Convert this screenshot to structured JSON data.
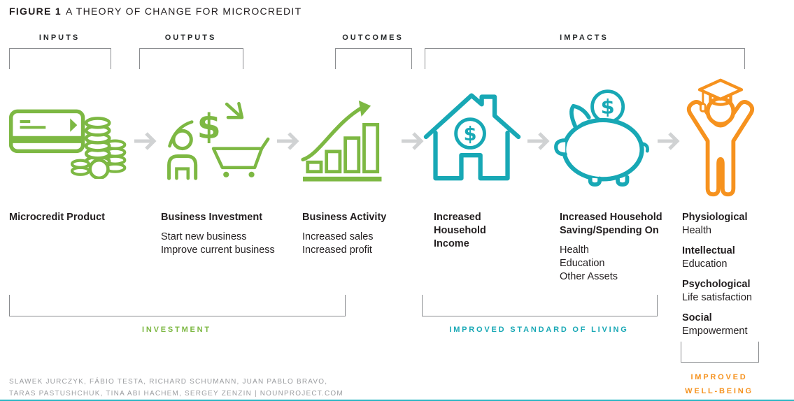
{
  "title": {
    "prefix": "FIGURE 1",
    "text": "A THEORY OF CHANGE FOR MICROCREDIT"
  },
  "colors": {
    "green": "#7db843",
    "teal": "#18a8b5",
    "orange": "#f6921e",
    "arrow_gray": "#d0d2d3",
    "bracket_gray": "#8a8c8f",
    "text_dark": "#231f20",
    "credits_gray": "#9b9da0"
  },
  "stages": [
    {
      "label": "INPUTS"
    },
    {
      "label": "OUTPUTS"
    },
    {
      "label": "OUTCOMES"
    },
    {
      "label": "IMPACTS"
    }
  ],
  "steps": [
    {
      "icon": "credit-card-coins-icon",
      "title": "Microcredit Product",
      "details": []
    },
    {
      "icon": "person-dollar-cart-icon",
      "title": "Business Investment",
      "details": [
        "Start new business",
        "Improve current business"
      ]
    },
    {
      "icon": "growth-bar-chart-icon",
      "title": "Business Activity",
      "details": [
        "Increased sales",
        "Increased profit"
      ]
    },
    {
      "icon": "house-dollar-icon",
      "title": "Increased Household Income",
      "details": []
    },
    {
      "icon": "piggy-bank-dollar-icon",
      "title": "Increased Household Saving/Spending On",
      "details": [
        "Health",
        "Education",
        "Other Assets"
      ]
    },
    {
      "icon": "graduate-celebration-icon",
      "title": "",
      "wellbeing": [
        {
          "term": "Physiological",
          "desc": "Health"
        },
        {
          "term": "Intellectual",
          "desc": "Education"
        },
        {
          "term": "Psychological",
          "desc": "Life satisfaction"
        },
        {
          "term": "Social",
          "desc": "Empowerment"
        }
      ]
    }
  ],
  "phases": [
    {
      "label": "INVESTMENT"
    },
    {
      "label": "IMPROVED STANDARD OF LIVING"
    },
    {
      "label": "IMPROVED WELL-BEING"
    }
  ],
  "credits": {
    "line1": "SLAWEK JURCZYK, FÁBIO TESTA, RICHARD SCHUMANN, JUAN PABLO BRAVO,",
    "line2": "TARAS PASTUSHCHUK, TINA ABI HACHEM, SERGEY ZENZIN | NOUNPROJECT.COM"
  }
}
